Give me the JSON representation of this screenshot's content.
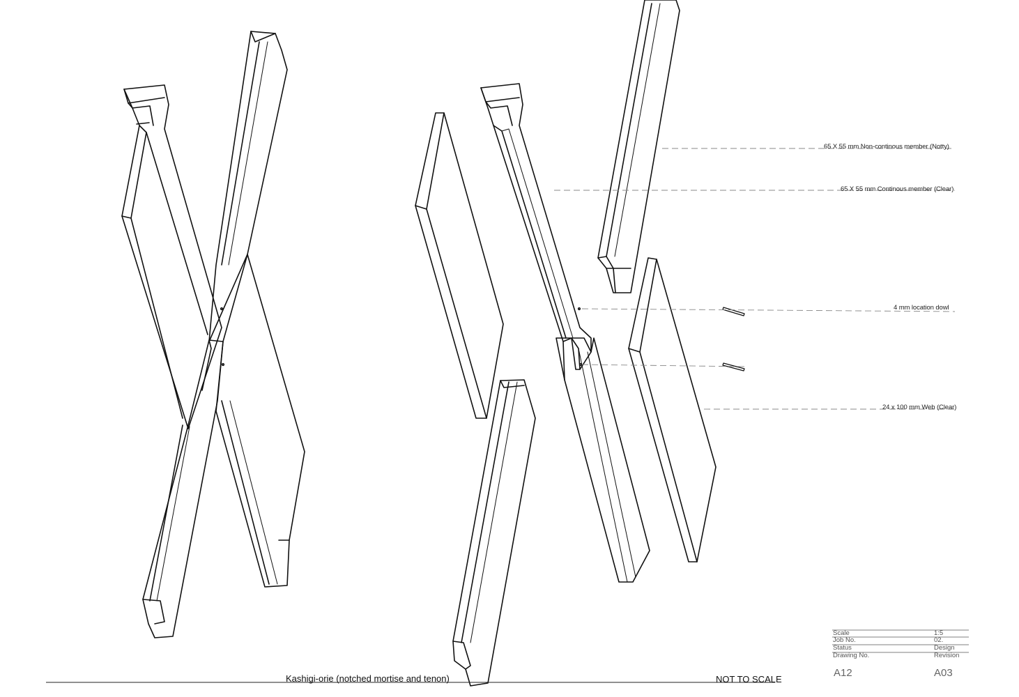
{
  "labels": {
    "noncontinuous": "65 X 55 mm Non-continous member (Notty)",
    "continuous": "65 X 55 mm Continous member (Clear)",
    "dowel": "4 mm location dowl",
    "web": "24 x 100 mm Web (Clear)"
  },
  "caption": {
    "title": "Kashigi-orie (notched mortise and tenon)",
    "scale_note": "NOT TO SCALE"
  },
  "title_block": {
    "scale_label": "Scale",
    "scale_value": "1:5",
    "job_label": "Job No.",
    "job_value": "02.",
    "status_label": "Status",
    "status_value": "Design",
    "drawing_label": "Drawing No.",
    "revision_label": "Revision",
    "drawing_value": "A12",
    "revision_value": "A03"
  }
}
